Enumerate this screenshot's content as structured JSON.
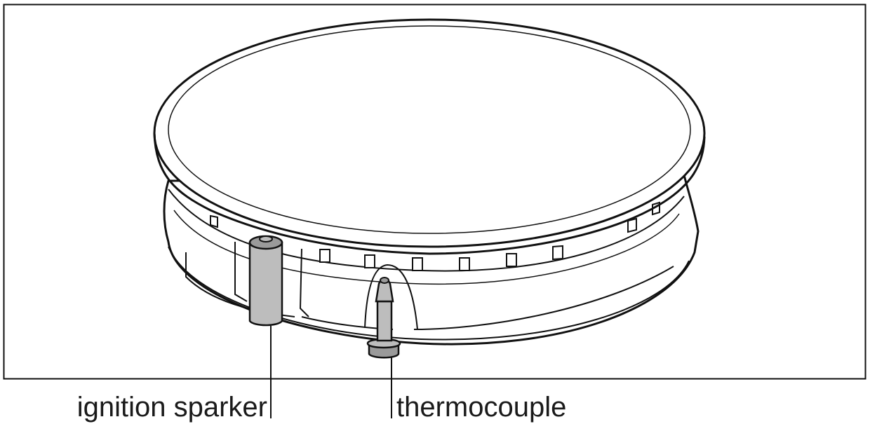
{
  "diagram": {
    "subject": "gas-burner",
    "colors": {
      "outline": "#111111",
      "fill": "#ffffff",
      "component_fill": "#bdbdbd",
      "component_shade": "#9a9a9a"
    },
    "callouts": [
      {
        "id": "ignition-sparker",
        "label": "ignition sparker"
      },
      {
        "id": "thermocouple",
        "label": "thermocouple"
      }
    ]
  }
}
